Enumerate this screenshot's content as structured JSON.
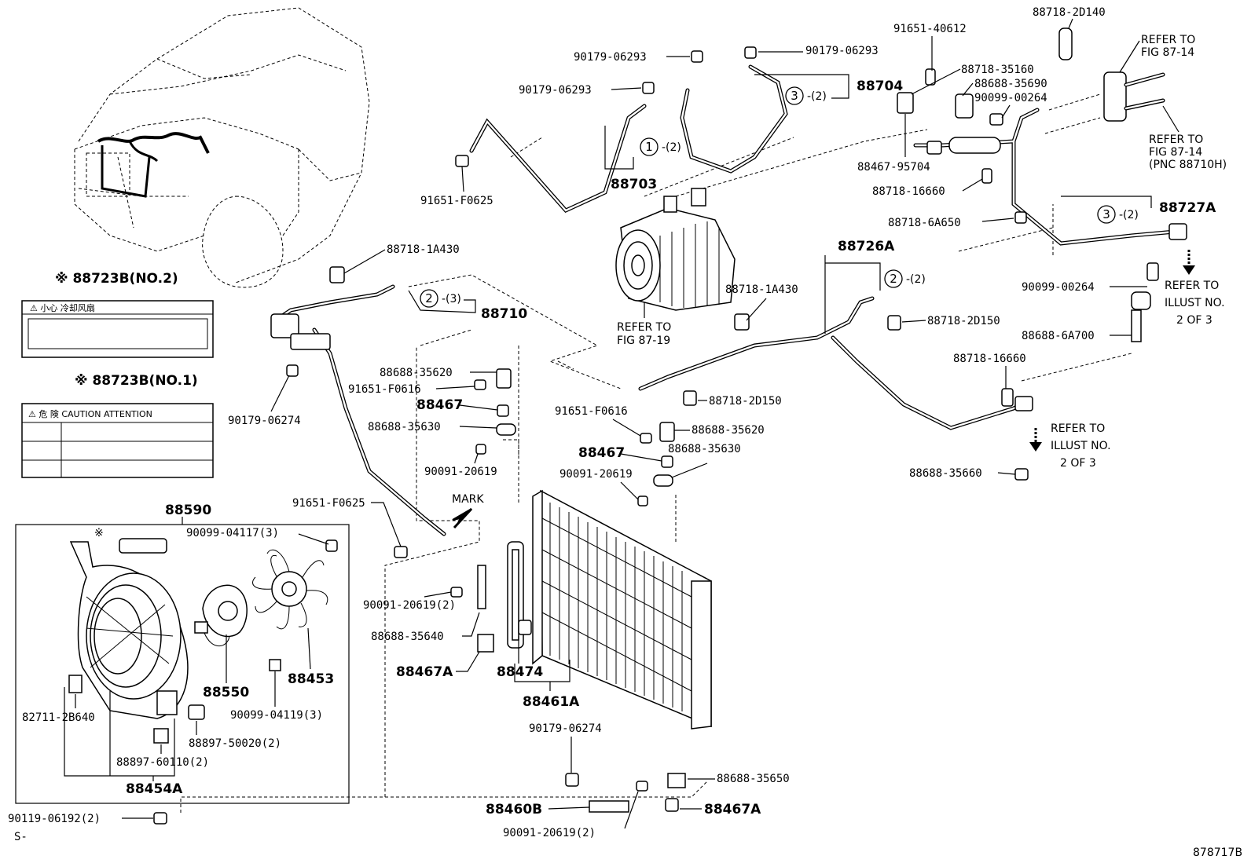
{
  "labels": {
    "p88718_2D140": "88718-2D140",
    "p91651_40612": "91651-40612",
    "p90179_06293_a": "90179-06293",
    "p90179_06293_b": "90179-06293",
    "p90179_06293_c": "90179-06293",
    "p88704": "88704",
    "p88703": "88703",
    "p91651_F0625_a": "91651-F0625",
    "p88718_35160": "88718-35160",
    "p88688_35690": "88688-35690",
    "p90099_00264_a": "90099-00264",
    "p88467_95704": "88467-95704",
    "p88718_16660_a": "88718-16660",
    "p88718_6A650": "88718-6A650",
    "p88727A": "88727A",
    "p90099_00264_b": "90099-00264",
    "p88688_6A700": "88688-6A700",
    "p88718_16660_b": "88718-16660",
    "p88688_35660": "88688-35660",
    "p88726A": "88726A",
    "p88718_1A430_a": "88718-1A430",
    "p88718_1A430_b": "88718-1A430",
    "p88718_2D150_a": "88718-2D150",
    "p88718_2D150_b": "88718-2D150",
    "p88710": "88710",
    "p90179_06274_a": "90179-06274",
    "p88688_35620_a": "88688-35620",
    "p91651_F0616_a": "91651-F0616",
    "p88467_a": "88467",
    "p88688_35630_a": "88688-35630",
    "p90091_20619_a": "90091-20619",
    "p91651_F0616_b": "91651-F0616",
    "p88688_35620_b": "88688-35620",
    "p88467_b": "88467",
    "p88688_35630_b": "88688-35630",
    "p90091_20619_b": "90091-20619",
    "p91651_F0625_b": "91651-F0625",
    "p90091_20619_2": "90091-20619(2)",
    "p88688_35640": "88688-35640",
    "p88467A_a": "88467A",
    "p88474": "88474",
    "p88461A": "88461A",
    "p90179_06274_b": "90179-06274",
    "p88688_35650": "88688-35650",
    "p88460B": "88460B",
    "p88467A_b": "88467A",
    "p90091_20619_2b": "90091-20619(2)",
    "p88590": "88590",
    "p90099_04117": "90099-04117(3)",
    "p88550": "88550",
    "p88453": "88453",
    "p90099_04119": "90099-04119(3)",
    "p82711_2B640": "82711-2B640",
    "p88897_50020": "88897-50020(2)",
    "p88897_60110": "88897-60110(2)",
    "p88454A": "88454A",
    "p90119_06192": "90119-06192(2)",
    "p88723B_no2": "※ 88723B(NO.2)",
    "p88723B_no1": "※ 88723B(NO.1)",
    "asterisk": "※",
    "s_mark": "S-",
    "fig_code": "878717B",
    "mark": "MARK"
  },
  "notes": {
    "refer_87_14_a_1": "REFER TO",
    "refer_87_14_a_2": "FIG 87-14",
    "refer_87_14_b_1": "REFER TO",
    "refer_87_14_b_2": "FIG 87-14",
    "refer_87_14_b_3": "(PNC 88710H)",
    "refer_87_19_1": "REFER TO",
    "refer_87_19_2": "FIG 87-19",
    "refer_illust_a_1": "REFER TO",
    "refer_illust_a_2": "ILLUST NO.",
    "refer_illust_a_3": "2 OF 3",
    "refer_illust_b_1": "REFER TO",
    "refer_illust_b_2": "ILLUST NO.",
    "refer_illust_b_3": "2 OF 3"
  },
  "callouts": {
    "c1": "1",
    "c1_qty": "-(2)",
    "c2a": "2",
    "c2a_qty": "-(3)",
    "c2b": "2",
    "c2b_qty": "-(2)",
    "c3a": "3",
    "c3a_qty": "-(2)",
    "c3b": "3",
    "c3b_qty": "-(2)"
  },
  "warning_labels": {
    "no2_text": "⚠ 小心  冷却风扇",
    "no1_text": "⚠ 危 険 CAUTION ATTENTION"
  }
}
